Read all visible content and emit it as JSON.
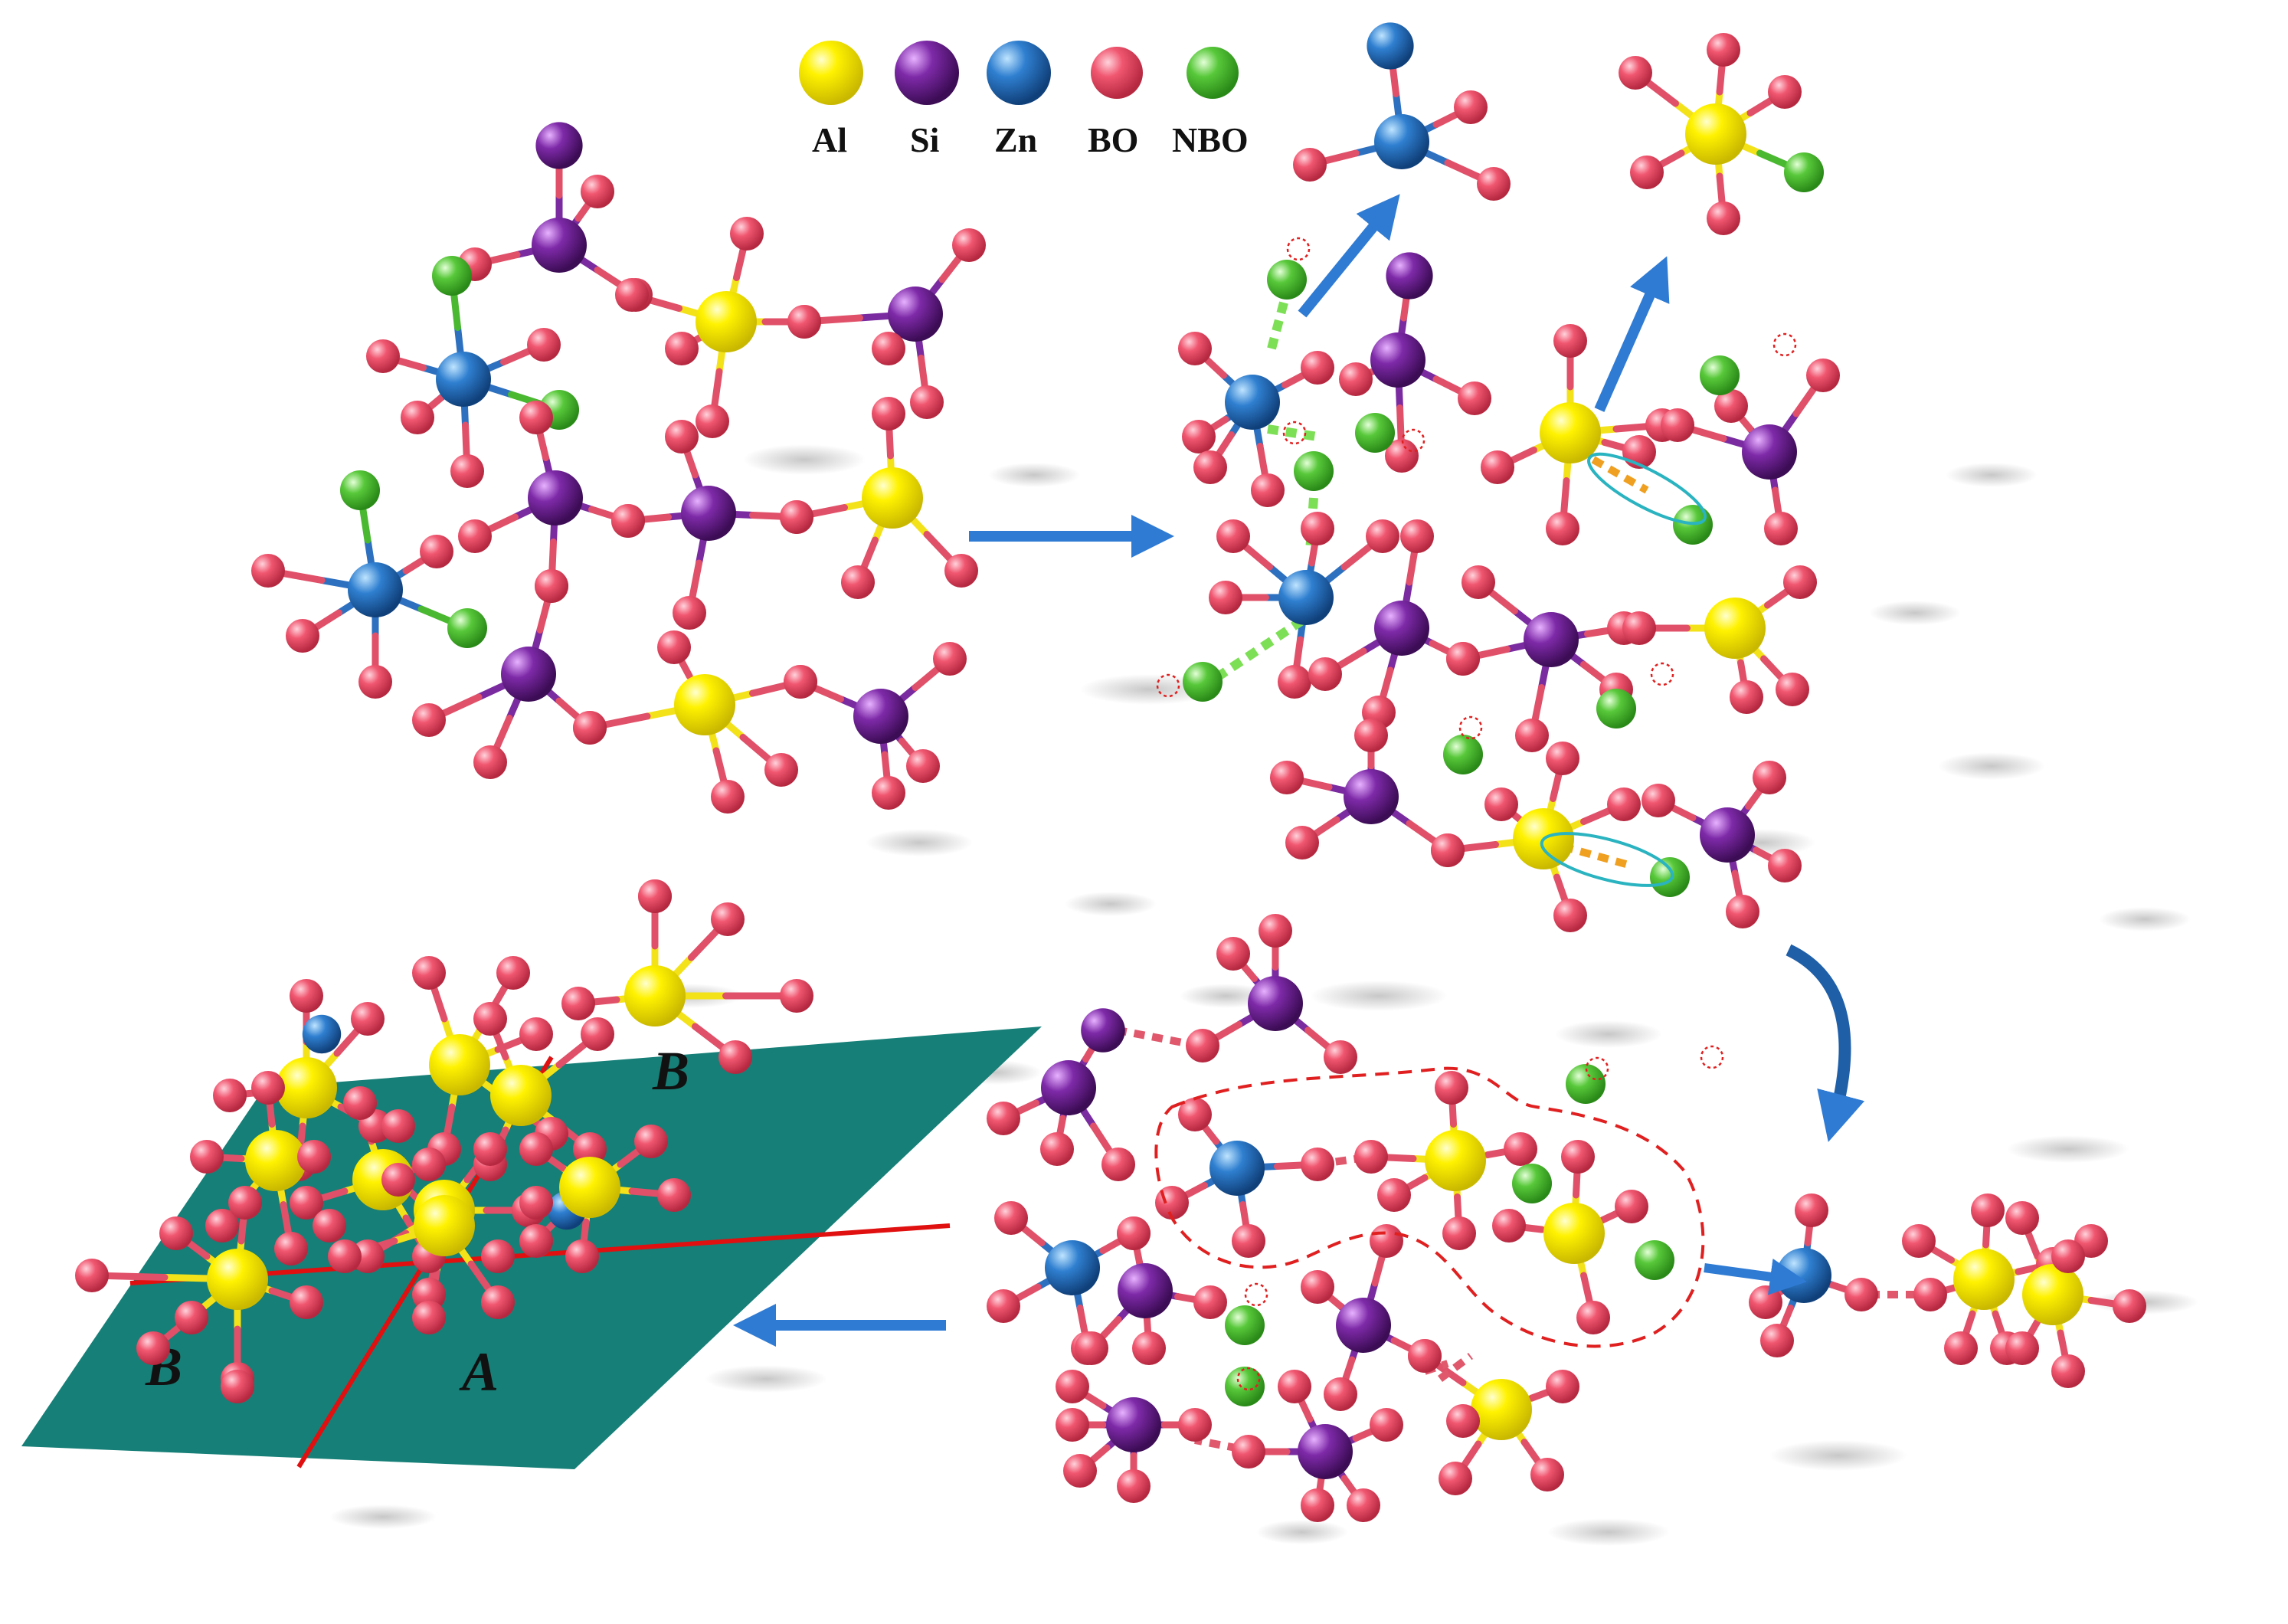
{
  "legend": {
    "items": [
      {
        "key": "al",
        "label": "Al",
        "color": "#f2e61a"
      },
      {
        "key": "si",
        "label": "Si",
        "color": "#6b1f8f"
      },
      {
        "key": "zn",
        "label": "Zn",
        "color": "#2e74c6"
      },
      {
        "key": "bo",
        "label": "BO",
        "color": "#e8546a"
      },
      {
        "key": "nbo",
        "label": "NBO",
        "color": "#4fc13a"
      }
    ]
  },
  "plane": {
    "labels": [
      "B",
      "A",
      "B"
    ],
    "color": "#167f77"
  },
  "colors": {
    "arrow": "#2f7bd4",
    "bond_dash_green": "#7ddf55",
    "bond_dash_red": "#e0586c",
    "bond_dash_orange": "#f0a020",
    "highlight_ellipse": "#2ab3c0",
    "cluster_outline": "#e02020",
    "plane_line": "#e01010"
  }
}
